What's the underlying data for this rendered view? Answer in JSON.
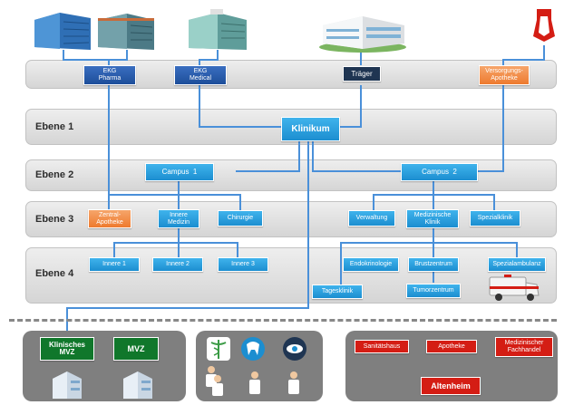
{
  "levels": [
    "Ebene 1",
    "Ebene 2",
    "Ebene 3",
    "Ebene 4"
  ],
  "top_row": {
    "ekg_pharma": "EKG\nPharma",
    "ekg_medical": "EKG\nMedical",
    "traeger": "Träger",
    "versorgungs_apotheke": "Versorgungs-\nApotheke"
  },
  "level1": {
    "klinikum": "Klinikum"
  },
  "level2": {
    "campus1": "Campus  1",
    "campus2": "Campus  2"
  },
  "level3": {
    "zentral_apotheke": "Zentral-\nApotheke",
    "innere_medizin": "Innere\nMedizin",
    "chirurgie": "Chirurgie",
    "verwaltung": "Verwaltung",
    "medizinische_klinik": "Medizinische\nKlinik",
    "spezialklinik": "Spezialklinik"
  },
  "level4": {
    "innere1": "Innere 1",
    "innere2": "Innere 2",
    "innere3": "Innere 3",
    "endokrinologie": "Endokrinologie",
    "brustzentrum": "Brustzentrum",
    "spezialambulanz": "Spezialambulanz",
    "tagesklinik": "Tagesklinik",
    "tumorzentrum": "Tumorzentrum"
  },
  "bottom": {
    "klinisches_mvz": "Klinisches\nMVZ",
    "mvz": "MVZ",
    "sanitaetshaus": "Sanitätshaus",
    "apotheke": "Apotheke",
    "medizinischer_fachhandel": "Medizinischer\nFachhandel",
    "altenheim": "Altenheim"
  },
  "colors": {
    "node_blue": "#2a9fe0",
    "node_dark_blue": "#2a5ea8",
    "traeger": "#1f3552",
    "orange": "#ee7a2e",
    "green": "#10772b",
    "red": "#d41d14",
    "connector": "#4a90d9"
  },
  "icons": [
    "office-building-icon",
    "hospital-building-icon",
    "pharmacy-cross-icon",
    "ambulance-icon",
    "caduceus-icon",
    "tooth-icon",
    "eye-icon",
    "doctor-icon"
  ]
}
